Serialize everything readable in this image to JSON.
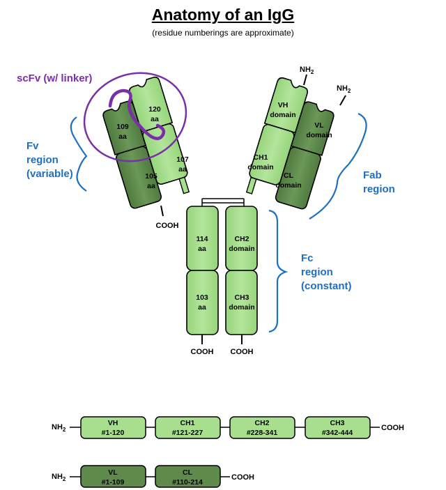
{
  "title": "Anatomy of an IgG",
  "subtitle": "(residue numberings are approximate)",
  "colors": {
    "light_domain": "#a8df8e",
    "dark_domain": "#5e8a4c",
    "region_label": "#1f6fc0",
    "scfv": "#7a2fa8"
  },
  "region_labels": {
    "scfv": "scFv (w/ linker)",
    "fv": [
      "Fv",
      "region",
      "(variable)"
    ],
    "fab": [
      "Fab",
      "region"
    ],
    "fc": [
      "Fc",
      "region",
      "(constant)"
    ]
  },
  "termini": {
    "nh2": "NH",
    "nh2_sub": "2",
    "cooh": "COOH"
  },
  "left_arm": {
    "heavy_variable": [
      "120",
      "aa"
    ],
    "light_variable": [
      "109",
      "aa"
    ],
    "heavy_constant": [
      "107",
      "aa"
    ],
    "light_constant": [
      "105",
      "aa"
    ]
  },
  "right_arm": {
    "vh": [
      "VH",
      "domain"
    ],
    "vl": [
      "VL",
      "domain"
    ],
    "ch1": [
      "CH1",
      "domain"
    ],
    "cl": [
      "CL",
      "domain"
    ]
  },
  "fc": {
    "left_ch2": [
      "114",
      "aa"
    ],
    "left_ch3": [
      "103",
      "aa"
    ],
    "right_ch2": [
      "CH2",
      "domain"
    ],
    "right_ch3": [
      "CH3",
      "domain"
    ]
  },
  "heavy_chain": [
    {
      "name": "VH",
      "range": "#1-120"
    },
    {
      "name": "CH1",
      "range": "#121-227"
    },
    {
      "name": "CH2",
      "range": "#228-341"
    },
    {
      "name": "CH3",
      "range": "#342-444"
    }
  ],
  "light_chain": [
    {
      "name": "VL",
      "range": "#1-109"
    },
    {
      "name": "CL",
      "range": "#110-214"
    }
  ]
}
